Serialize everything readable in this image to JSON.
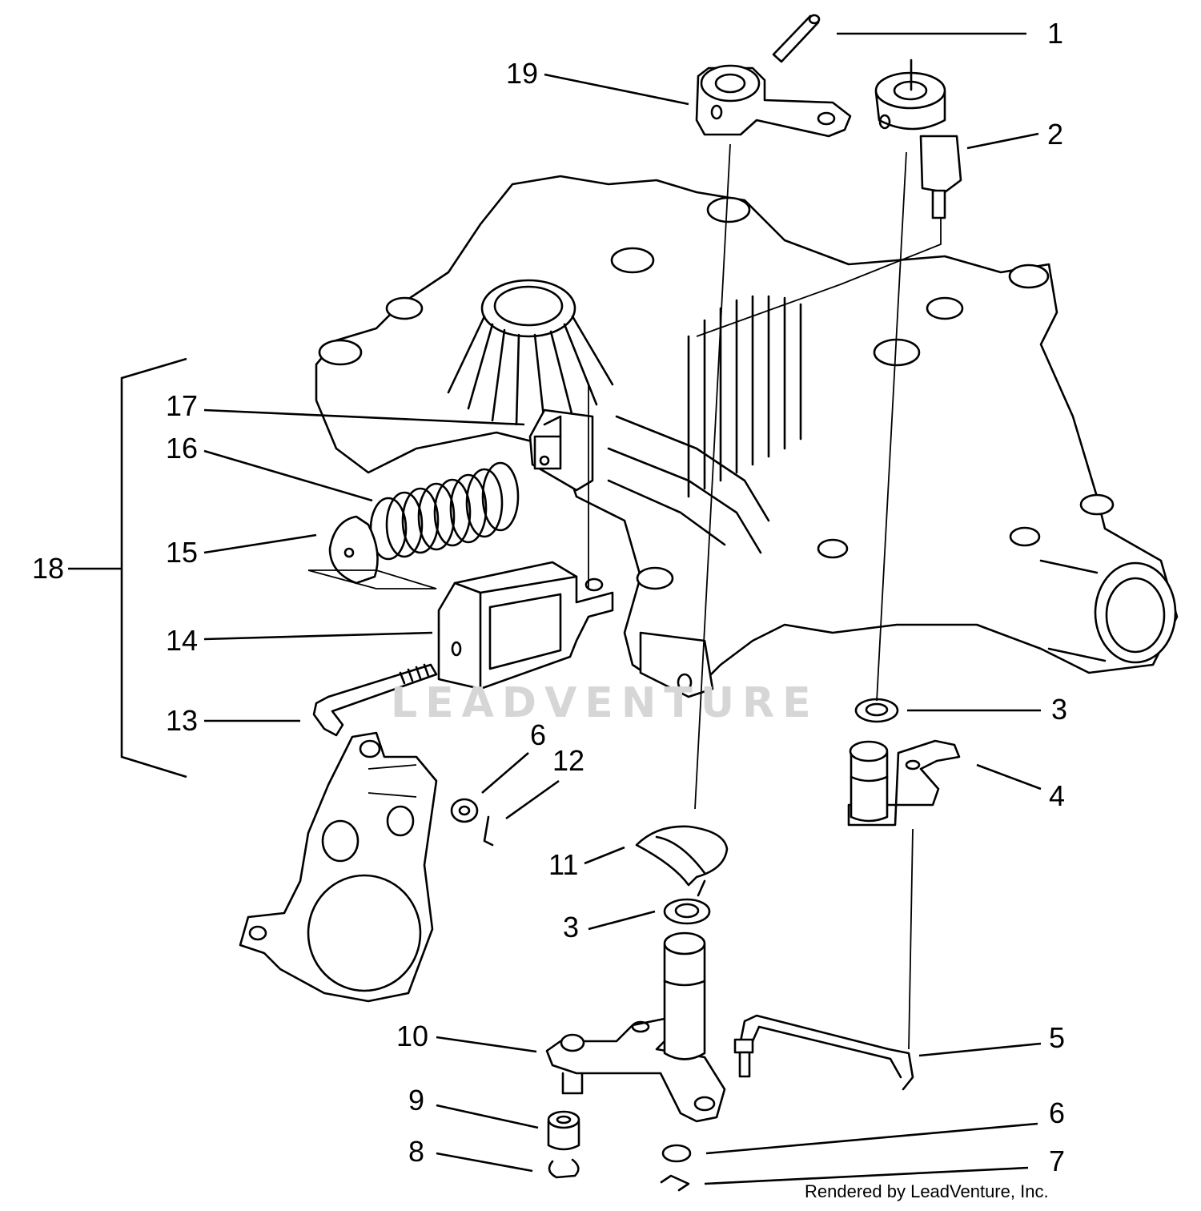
{
  "callouts": {
    "c1": "1",
    "c2": "2",
    "c3a": "3",
    "c3b": "3",
    "c4": "4",
    "c5": "5",
    "c6a": "6",
    "c6b": "6",
    "c7": "7",
    "c8": "8",
    "c9": "9",
    "c10": "10",
    "c11": "11",
    "c12": "12",
    "c13": "13",
    "c14": "14",
    "c15": "15",
    "c16": "16",
    "c17": "17",
    "c18": "18",
    "c19": "19"
  },
  "watermark": "LEADVENTURE",
  "credit": "Rendered by LeadVenture, Inc."
}
